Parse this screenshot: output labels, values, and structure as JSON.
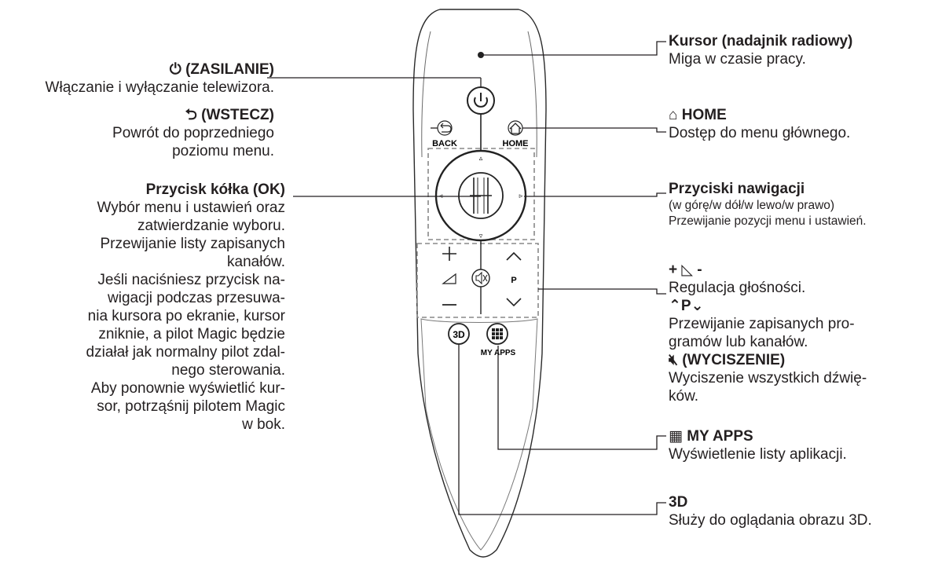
{
  "left": {
    "power": {
      "title": "(ZASILANIE)",
      "line1": "Włączanie i wyłączanie telewizora."
    },
    "back": {
      "title": "(WSTECZ)",
      "line1": "Powrót do poprzedniego",
      "line2": "poziomu menu."
    },
    "wheel": {
      "title": "Przycisk kółka (OK)",
      "lines": [
        "Wybór menu i ustawień oraz",
        "zatwierdzanie wyboru.",
        "Przewijanie listy zapisanych",
        "kanałów.",
        "Jeśli naciśniesz przycisk na-",
        "wigacji podczas przesuwa-",
        "nia kursora po ekranie, kursor",
        "zniknie, a pilot Magic będzie",
        "działał jak normalny pilot zdal-",
        "nego sterowania.",
        "Aby ponownie wyświetlić kur-",
        "sor, potrząśnij pilotem Magic",
        "w bok."
      ]
    }
  },
  "right": {
    "cursor": {
      "title": "Kursor (nadajnik radiowy)",
      "line1": "Miga w czasie pracy."
    },
    "home": {
      "title": "HOME",
      "line1": "Dostęp do menu głównego."
    },
    "nav": {
      "title": "Przyciski nawigacji",
      "line1": "(w górę/w dół/w lewo/w prawo)",
      "line2": "Przewijanie pozycji menu i ustawień."
    },
    "volume": {
      "title_plus": "+",
      "title_minus": "-",
      "line1": "Regulacja głośności.",
      "p_label": "P",
      "line2": "Przewijanie zapisanych pro-",
      "line3": "gramów lub kanałów.",
      "mute_title": "(WYCISZENIE)",
      "line4": "Wyciszenie wszystkich dźwię-",
      "line5": "ków."
    },
    "myapps": {
      "title": "MY APPS",
      "line1": "Wyświetlenie listy aplikacji."
    },
    "threed": {
      "title": "3D",
      "line1": "Służy do oglądania obrazu 3D."
    }
  },
  "remote": {
    "back_label": "BACK",
    "home_label": "HOME",
    "p_label": "P",
    "myapps_label": "MY APPS",
    "threed_label": "3D",
    "plus": "+",
    "up_arrow": "▵",
    "down_arrow": "▿",
    "left_arrow": "◃",
    "right_arrow": "▹"
  },
  "icons": {
    "power": "power-icon",
    "back": "back-arrow-icon",
    "home": "home-icon",
    "volume": "volume-icon",
    "mute": "mute-icon",
    "apps": "apps-grid-icon"
  }
}
